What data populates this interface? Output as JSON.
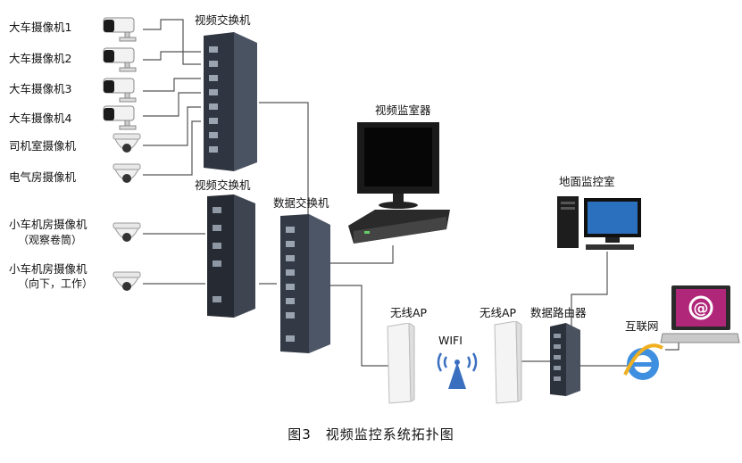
{
  "cameras": [
    {
      "label": "大车摄像机1",
      "type": "bullet"
    },
    {
      "label": "大车摄像机2",
      "type": "bullet"
    },
    {
      "label": "大车摄像机3",
      "type": "bullet"
    },
    {
      "label": "大车摄像机4",
      "type": "bullet"
    },
    {
      "label": "司机室摄像机",
      "type": "dome"
    },
    {
      "label": "电气房摄像机",
      "type": "dome"
    }
  ],
  "trolley_cameras": [
    {
      "label": "小车机房摄像机",
      "sub": "（观察卷筒）"
    },
    {
      "label": "小车机房摄像机",
      "sub": "（向下，工作）"
    }
  ],
  "nodes": {
    "video_switch_1": "视频交换机",
    "video_switch_2": "视频交换机",
    "data_switch": "数据交换机",
    "monitor": "视频监室器",
    "ground_room": "地面监控室",
    "wireless_ap_1": "无线AP",
    "wireless_ap_2": "无线AP",
    "router": "数据路由器",
    "wifi": "WIFI",
    "internet": "互联网"
  },
  "caption": "图3　视频监控系统拓扑图",
  "colors": {
    "wire": "#555555",
    "switch": "#3a4250",
    "laptop_screen": "#b0277a"
  }
}
